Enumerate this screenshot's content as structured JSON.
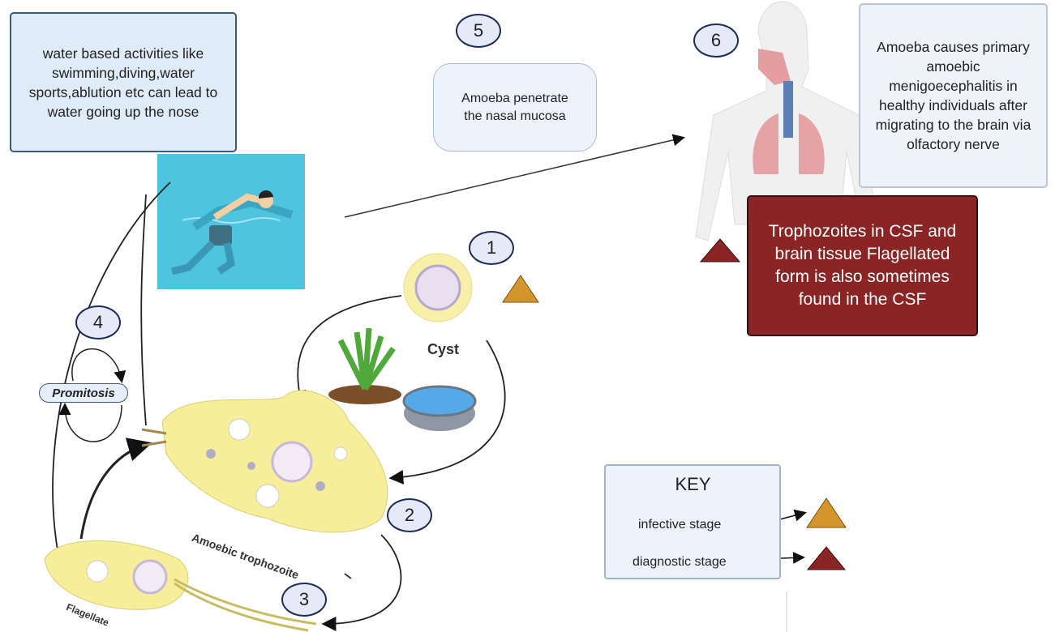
{
  "step_badges": {
    "s1": "1",
    "s2": "2",
    "s3": "3",
    "s4": "4",
    "s5": "5",
    "s6": "6"
  },
  "exposure_box": {
    "text": "water based activities like swimming,diving,water sports,ablution etc can lead to water going up the nose"
  },
  "penetration_box": {
    "text": "Amoeba penetrate the nasal mucosa"
  },
  "disease_box": {
    "text": "Amoeba causes primary amoebic menigoecephalitis in healthy individuals after migrating to the brain via olfactory nerve"
  },
  "diagnostic_box": {
    "text": "Trophozoites in CSF and brain tissue Flagellated form is also sometimes found in the CSF"
  },
  "labels": {
    "cyst": "Cyst",
    "amoebic_trophozoite": "Amoebic trophozoite",
    "flagellate": "Flagellate",
    "promitosis": "Promitosis"
  },
  "key": {
    "title": "KEY",
    "infective": "infective stage",
    "diagnostic": "diagnostic stage"
  },
  "colors": {
    "infective": "#d4962c",
    "diagnostic": "#8b2525",
    "box_fill": "#e0ebf8",
    "water": "#4fc4df",
    "cell": "#f6ee9a"
  }
}
